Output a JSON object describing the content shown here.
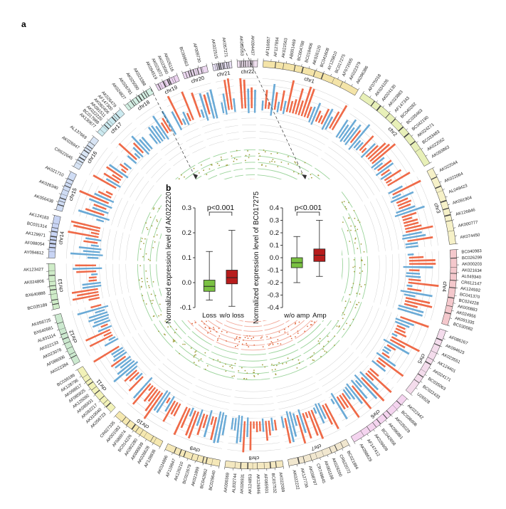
{
  "panel_a": "a",
  "panel_b": "b",
  "chromosomes": [
    "chr1",
    "chr2",
    "chr3",
    "chr4",
    "chr5",
    "chr6",
    "chr7",
    "chr8",
    "chr9",
    "chr10",
    "chr11",
    "chr12",
    "chr13",
    "chr14",
    "chr15",
    "chr16",
    "chr17",
    "chr18",
    "chr19",
    "chr20",
    "chr21",
    "chr22"
  ],
  "colors": {
    "loss": "#6aaad6",
    "gain": "#ef6a48",
    "green": "#9bd49b",
    "salmon": "#f2a99a",
    "box_green": "#7ac142",
    "box_red": "#b71c1c"
  },
  "gene_labels": {
    "chr1": [
      "AF116657",
      "AF127854",
      "AK021563",
      "AB051469",
      "BC004788",
      "BC018406",
      "AK026120",
      "BC041608",
      "AY125810",
      "BC017275",
      "AF072005",
      "AK022379",
      "AK096386"
    ],
    "chr2": [
      "AF075018",
      "AK024105",
      "AK024130",
      "AK023883",
      "AF147343",
      "BC040282",
      "BC035463",
      "BC042190",
      "AK024271",
      "BC033483",
      "AK022062",
      "AK093863"
    ],
    "chr3": [
      "AK022044",
      "AK022064",
      "AL049423",
      "AK091904",
      "AK126846",
      "AK000777",
      "AK074450"
    ],
    "chr4": [
      "BC040983",
      "BC026299",
      "AK000203",
      "AK021634",
      "AL049340",
      "CR612147",
      "AK124592",
      "BC041370",
      "BC024228",
      "AK000883",
      "AK024956",
      "AK091335",
      "BC030082"
    ],
    "chr5": [
      "AF086267",
      "AK094623",
      "AK023551",
      "AK124401",
      "AK024171",
      "BC035063",
      "BC022433",
      "U26528"
    ],
    "chr6": [
      "AK022442",
      "BC036906",
      "AK025029",
      "AK096861",
      "BC042658",
      "AK026609",
      "AF147412",
      "AK098629"
    ],
    "chr7": [
      "BC021884",
      "CR622072",
      "AK026200",
      "AK001108",
      "CR749845",
      "AK098797",
      "AK127736",
      "AK022222"
    ],
    "chr8": [
      "AK022089",
      "BC037532",
      "AF085931",
      "AK126946",
      "AK124853",
      "AK026931",
      "AL832744",
      "AK000369"
    ],
    "chr9": [
      "BC029640",
      "BC042862",
      "AK021899",
      "BC022679",
      "AK126210",
      "AF119847",
      "AK024896"
    ],
    "chr10": [
      "AF128836",
      "AK026628",
      "AK000839",
      "AK092280",
      "BC014226",
      "AF086974",
      "AK001082",
      "CR627335"
    ],
    "chr11": [
      "AK056723",
      "AK310040",
      "AK092217",
      "AK095931",
      "AK125092",
      "AF085925",
      "AK098817",
      "AK128796",
      "BC039186"
    ],
    "chr12": [
      "AK022384",
      "AF086006",
      "AK023078",
      "AK022133",
      "AL831114",
      "BX640581",
      "AK056725"
    ],
    "chr13": [
      "BC035189",
      "BX640888",
      "AK024806",
      "AK123427"
    ],
    "chr14": [
      "AY094612",
      "AF088054",
      "AK129971",
      "BC031314",
      "AK124183"
    ],
    "chr15": [
      "AK056438",
      "AK026340",
      "AK021710"
    ],
    "chr16": [
      "CR622645",
      "AK026947",
      "AL137669"
    ],
    "chr17": [
      "AK130677",
      "BC017988",
      "AK022220",
      "AK091511",
      "AK092406",
      "AF147300",
      "AK026479"
    ],
    "chr18": [
      "AK024827",
      "AK026781",
      "AK025090",
      "AK023388"
    ],
    "chr19": [
      "AK094519",
      "AK023072",
      "AK023560",
      "AK026116"
    ],
    "chr20": [
      "BC008563",
      "AF009730"
    ],
    "chr21": [
      "AK022515",
      "AK057271"
    ],
    "chr22": [
      "AK002053",
      "AK094437"
    ]
  },
  "chart_data": [
    {
      "type": "box",
      "ylabel": "Normalized expression level of AK022220",
      "categories": [
        "Loss",
        "w/o loss"
      ],
      "ylim": [
        -0.1,
        0.3
      ],
      "yticks": [
        "-0.1",
        "0.0",
        "0.1",
        "0.2",
        "0.3"
      ],
      "pvalue": "p<0.001",
      "boxes": [
        {
          "name": "Loss",
          "min": -0.07,
          "q1": -0.035,
          "median": -0.015,
          "q3": 0.01,
          "max": 0.125
        },
        {
          "name": "w/o loss",
          "min": -0.095,
          "q1": -0.005,
          "median": 0.02,
          "q3": 0.05,
          "max": 0.21
        }
      ]
    },
    {
      "type": "box",
      "ylabel": "Normalized expression level of BC017275",
      "categories": [
        "w/o amp",
        "Amp"
      ],
      "ylim": [
        -0.4,
        0.4
      ],
      "yticks": [
        "-0.4",
        "-0.3",
        "-0.2",
        "-0.1",
        "0.0",
        "0.1",
        "0.2",
        "0.3",
        "0.4"
      ],
      "pvalue": "p<0.001",
      "boxes": [
        {
          "name": "w/o amp",
          "min": -0.2,
          "q1": -0.08,
          "median": -0.04,
          "q3": 0.0,
          "max": 0.17
        },
        {
          "name": "Amp",
          "min": -0.15,
          "q1": -0.03,
          "median": 0.02,
          "q3": 0.07,
          "max": 0.3
        }
      ]
    }
  ]
}
